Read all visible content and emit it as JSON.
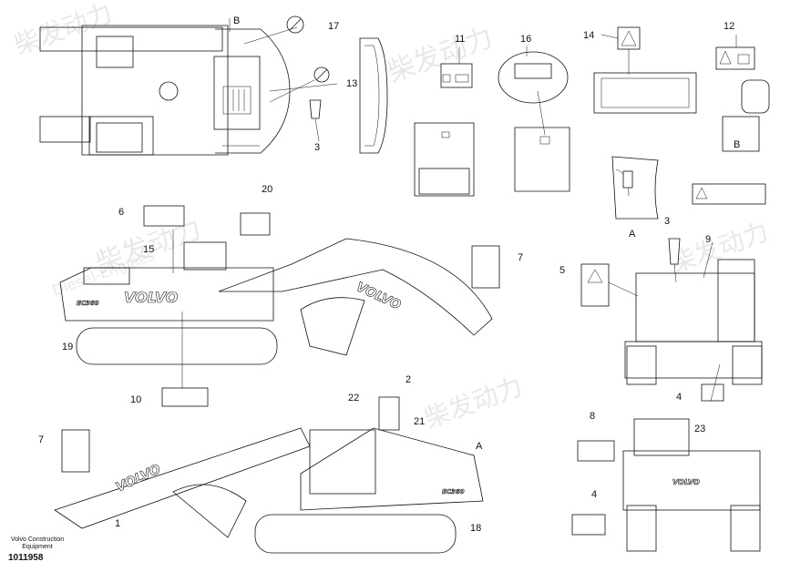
{
  "figure": {
    "view_labels": {
      "a_top": "A",
      "a_side": "A",
      "b_top": "B",
      "b_side": "B"
    },
    "brand_text": "VOLVO",
    "model_text": "EC360",
    "footer_lines": [
      "Volvo Construction",
      "Equipment"
    ],
    "part_number": "1011958",
    "watermark_cn": "柴发动力",
    "watermark_en": "Diesel-Engines"
  },
  "callouts": {
    "c1": "1",
    "c2": "2",
    "c3a": "3",
    "c3b": "3",
    "c4a": "4",
    "c4b": "4",
    "c5": "5",
    "c6": "6",
    "c7a": "7",
    "c7b": "7",
    "c8": "8",
    "c9": "9",
    "c10": "10",
    "c11": "11",
    "c12": "12",
    "c13": "13",
    "c14": "14",
    "c15": "15",
    "c16": "16",
    "c17": "17",
    "c18": "18",
    "c19": "19",
    "c20": "20",
    "c21": "21",
    "c22": "22",
    "c23": "23"
  }
}
